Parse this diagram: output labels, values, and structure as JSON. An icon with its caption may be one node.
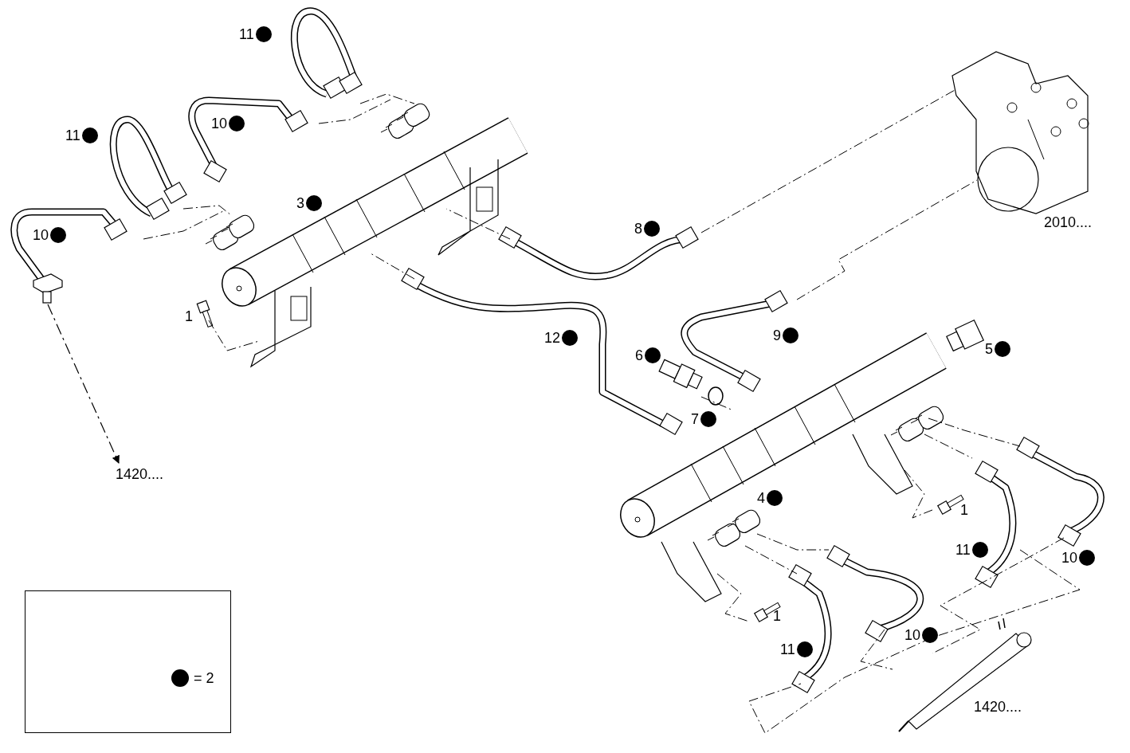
{
  "diagram": {
    "nodes": [
      {
        "text": [
          "1420...."
        ]
      },
      {
        "text": [],
        "shape": "picture"
      }
    ],
    "edges": [
      {
        "from": 1,
        "to": 0,
        "arrow": "to",
        "style": "dashed"
      }
    ],
    "labels": [
      "11",
      "10",
      "11",
      "3",
      "2010....",
      "8",
      "10",
      "1",
      "12",
      "9",
      "6",
      "5",
      "7",
      "4",
      "1",
      "11",
      "10",
      "1",
      "10",
      "11",
      "1420...."
    ],
    "legend": [
      {
        "text": "= 2",
        "color": "#000000"
      }
    ]
  }
}
